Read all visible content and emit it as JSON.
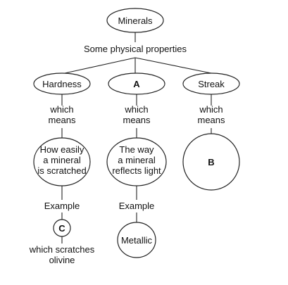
{
  "root": {
    "label": "Minerals"
  },
  "link_text": "Some physical properties",
  "properties": [
    {
      "label": "Hardness",
      "connector": [
        "which",
        "means"
      ],
      "meaning": [
        "How easily",
        "a mineral",
        "is scratched"
      ],
      "example_label": "Example",
      "example": "C",
      "example_note": [
        "which scratches",
        "olivine"
      ]
    },
    {
      "label": "A",
      "connector": [
        "which",
        "means"
      ],
      "meaning": [
        "The way",
        "a mineral",
        "reflects light"
      ],
      "example_label": "Example",
      "example": "Metallic"
    },
    {
      "label": "Streak",
      "connector": [
        "which",
        "means"
      ],
      "meaning": [
        "B"
      ]
    }
  ]
}
